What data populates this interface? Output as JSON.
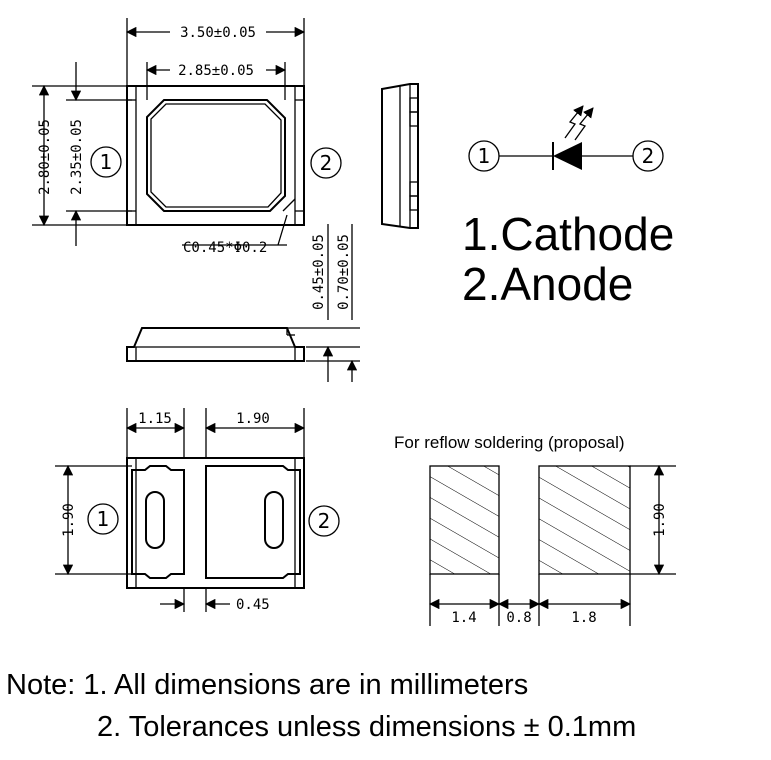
{
  "top_view": {
    "dim_width_outer": "3.50±0.05",
    "dim_width_inner": "2.85±0.05",
    "dim_height_outer": "2.80±0.05",
    "dim_height_inner": "2.35±0.05",
    "chamfer": "C0.45*Φ0.2",
    "pin1": "1",
    "pin2": "2"
  },
  "side_view": {
    "dim_thickness_1": "0.45±0.05",
    "dim_thickness_2": "0.70±0.05"
  },
  "bottom_view": {
    "dim_pad_left": "1.15",
    "dim_pad_right": "1.90",
    "dim_height": "1.90",
    "dim_gap": "0.45",
    "pin1": "1",
    "pin2": "2"
  },
  "symbol": {
    "pin1": "1",
    "pin2": "2"
  },
  "legend": {
    "line1": "1.Cathode",
    "line2": "2.Anode"
  },
  "solder": {
    "caption": "For reflow soldering (proposal)",
    "dim_pad_left": "1.4",
    "dim_gap": "0.8",
    "dim_pad_right": "1.8",
    "dim_height": "1.90"
  },
  "notes": {
    "line1": "Note: 1. All dimensions are in millimeters",
    "line2": "2. Tolerances unless dimensions ± 0.1mm"
  }
}
